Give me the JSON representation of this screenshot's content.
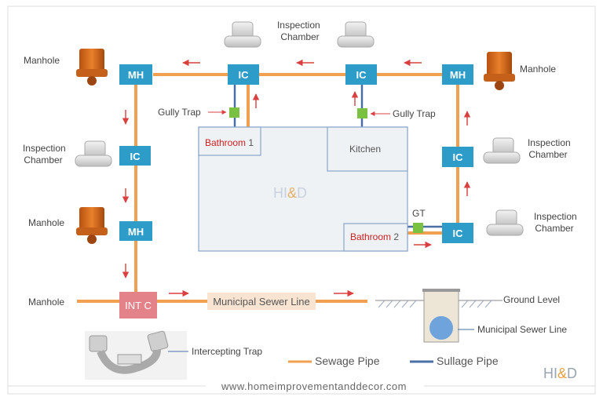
{
  "labels": {
    "inspection_chamber_top": "Inspection\nChamber",
    "manhole_top_left": "Manhole",
    "manhole_top_right": "Manhole",
    "inspection_chamber_left": "Inspection\nChamber",
    "inspection_chamber_right": "Inspection\nChamber",
    "manhole_mid_left": "Manhole",
    "inspection_chamber_right_low": "Inspection\nChamber",
    "manhole_bottom_left": "Manhole",
    "gully_trap_left": "Gully Trap",
    "gully_trap_right": "Gully Trap",
    "gt": "GT",
    "ground_level": "Ground Level",
    "municipal_sewer_line_right": "Municipal Sewer Line",
    "intercepting_trap": "Intercepting Trap"
  },
  "boxes": {
    "mh": "MH",
    "ic": "IC",
    "int_c": "INT C"
  },
  "rooms": {
    "bathroom1": "Bathroom",
    "bathroom1_num": " 1",
    "kitchen": "Kitchen",
    "bathroom2": "Bathroom",
    "bathroom2_num": " 2",
    "watermark_center": "HI&D"
  },
  "sewer_line": "Municipal Sewer Line",
  "legend": {
    "sewage": "Sewage Pipe",
    "sullage": "Sullage Pipe"
  },
  "brand": "HI&D",
  "footer": "www.homeimprovementanddecor.com",
  "colors": {
    "sewage": "#f0a050",
    "sullage": "#4a6fa5",
    "box": "#2e9cc8",
    "intc": "#e4828a",
    "trap": "#7ac142",
    "arrow": "#d94040",
    "manhole": "#d9681e"
  }
}
